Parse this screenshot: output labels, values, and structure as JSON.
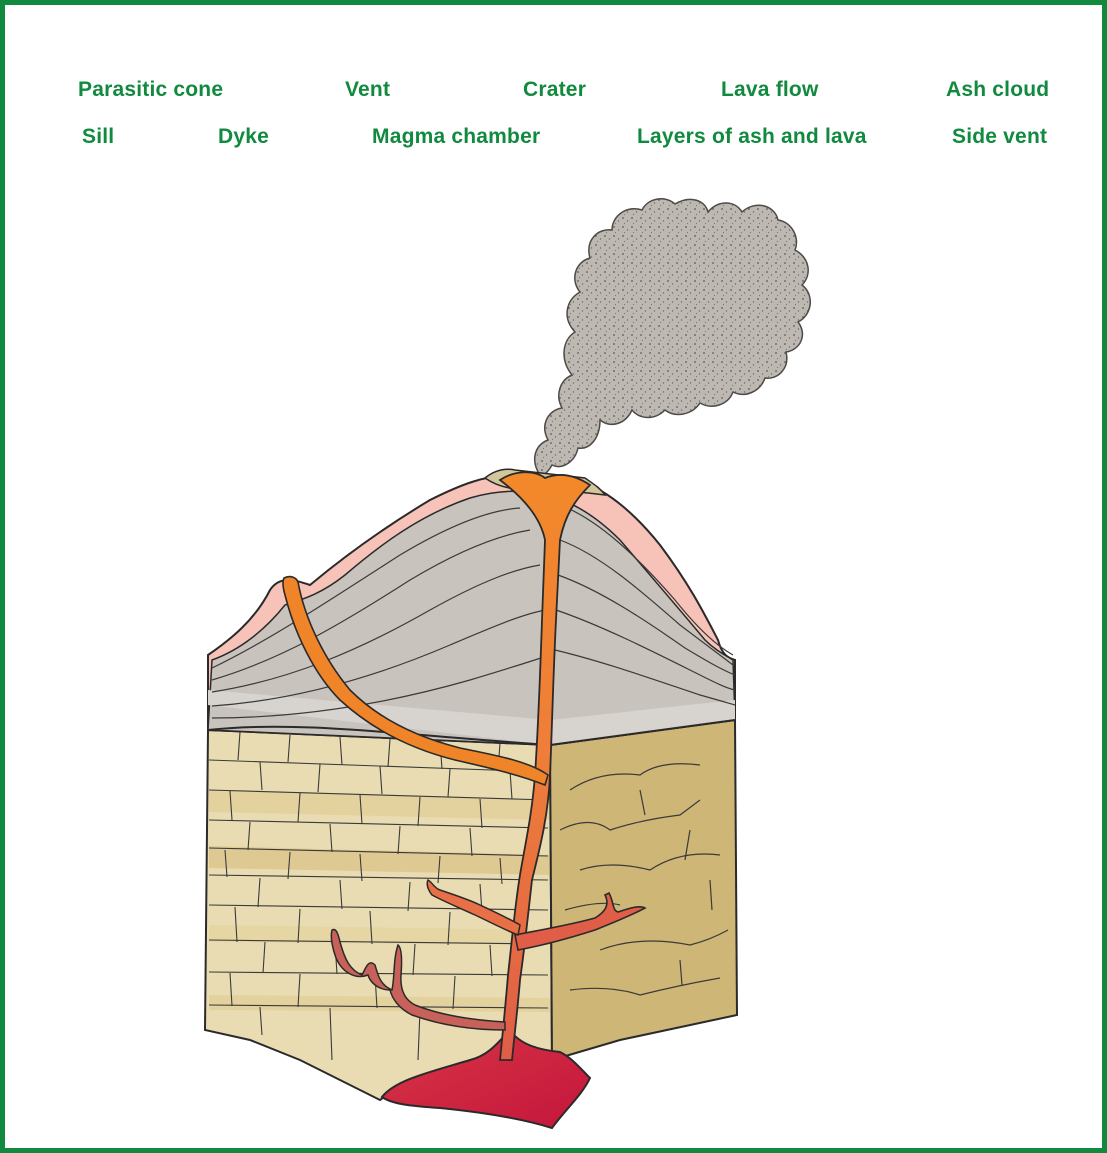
{
  "word_bank": {
    "row1": [
      "Parasitic cone",
      "Vent",
      "Crater",
      "Lava flow",
      "Ash cloud"
    ],
    "row2": [
      "Sill",
      "Dyke",
      "Magma chamber",
      "Layers of ash and lava",
      "Side vent"
    ]
  },
  "colors": {
    "border": "#118a3f",
    "label_text": "#118a3f",
    "cone_layers": "#c9c3bd",
    "cone_top": "#f7c3b8",
    "rock_front": "#e9dcb2",
    "rock_side": "#cdb676",
    "lava_orange": "#f08428",
    "magma_red": "#d3223d",
    "ash": "#b9b4ae"
  }
}
